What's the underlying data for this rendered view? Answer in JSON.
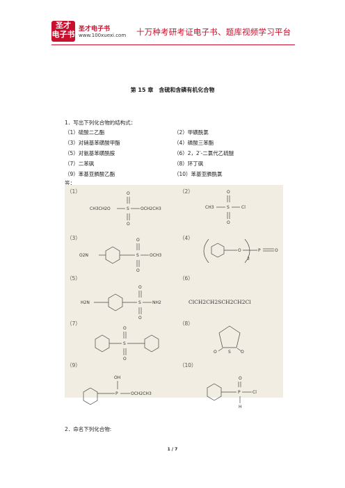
{
  "header": {
    "logo_line1": "圣才",
    "logo_line2": "电子书",
    "brand_name": "圣才电子书",
    "brand_url": "www.100xuexi.com",
    "slogan": "十万种考研考证电子书、题库视频学习平台"
  },
  "chapter_title": "第 15 章　含硫和含磷有机化合物",
  "question1": {
    "prompt": "1．写出下列化合物的结构式：",
    "items": [
      "（1）硫酸二乙酯",
      "（2）甲磺酰氯",
      "（3）对硝基苯磺酸甲酯",
      "（4）磷酸三苯酯",
      "（5）对氨基苯磺酰胺",
      "（6）2，2′-二氯代乙硫醚",
      "（7）二苯砜",
      "（8）环丁砜",
      "（9）苯基亚膦酸乙酯",
      "（10）苯基亚膦酰氯"
    ],
    "answer_label": "答："
  },
  "answer_panels": [
    "（1）",
    "（2）",
    "（3）",
    "（4）",
    "（5）",
    "（6）",
    "（7）",
    "（8）",
    "（9）",
    "（10）"
  ],
  "structures": {
    "s1_left": "CH3CH2O",
    "s1_right": "OCH2CH3",
    "s2_left": "CH3",
    "s2_right": "Cl",
    "s3_left": "O2N",
    "s3_right": "OCH3",
    "s4_p": "P",
    "s4_sub": "3",
    "s5_left": "H2N",
    "s5_right": "NH2",
    "s6_formula": "ClCH2CH2SCH2CH2Cl",
    "s9_oh": "OH",
    "s9_right": "OCH2CH3",
    "s10_cl": "Cl",
    "s10_h": "H",
    "atom_s": "S",
    "atom_o": "O",
    "atom_p": "P"
  },
  "question2": {
    "prompt": "2．命名下列化合物:"
  },
  "page_number": "1 / 7"
}
